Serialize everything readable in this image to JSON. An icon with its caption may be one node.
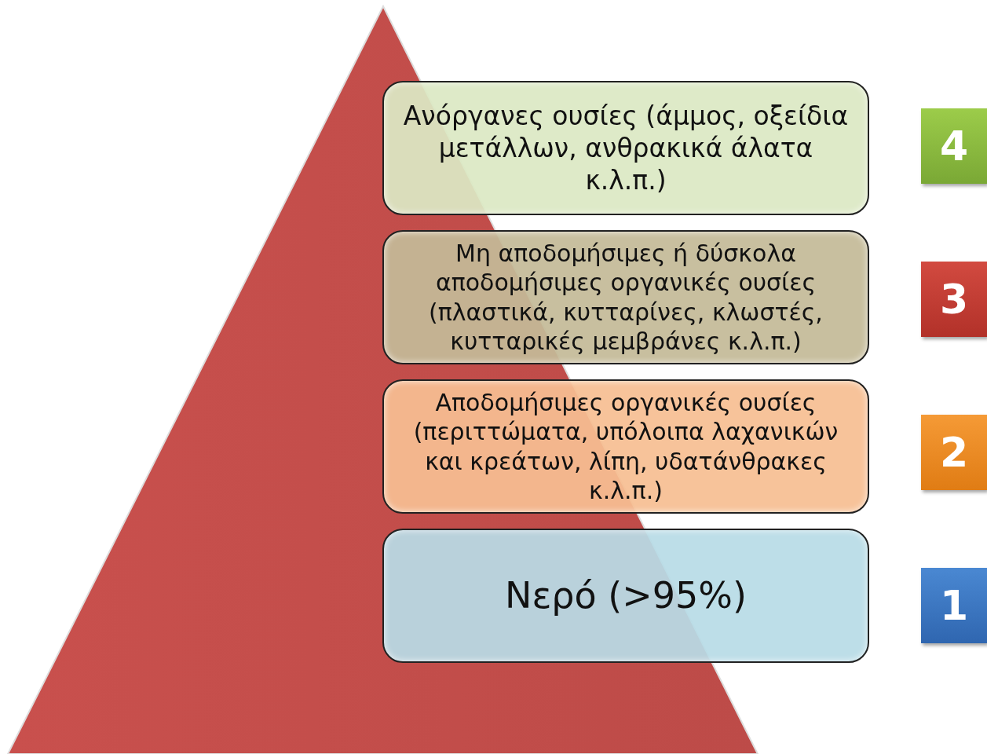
{
  "diagram": {
    "nodes": [
      {
        "text": [
          "Ανόργανες ουσίες (άμμος, οξείδια μετάλλων, ανθρακικά άλατα κ.λ.π.)"
        ]
      },
      {
        "text": [
          "4"
        ]
      },
      {
        "text": [
          "Μη αποδομήσιμες  ή  δύσκολα αποδομήσιμες οργανικές ουσίες (πλαστικά, κυτταρίνες, κλωστές, κυτταρικές μεμβράνες κ.λ.π.)"
        ]
      },
      {
        "text": [
          "3"
        ]
      },
      {
        "text": [
          "Αποδομήσιμες οργανικές ουσίες (περιττώματα, υπόλοιπα λαχανικών και κρεάτων, λίπη, υδατάνθρακες κ.λ.π.)"
        ]
      },
      {
        "text": [
          "2"
        ]
      },
      {
        "text": [
          "Νερό (>95%)"
        ]
      },
      {
        "text": [
          "1"
        ]
      }
    ]
  }
}
